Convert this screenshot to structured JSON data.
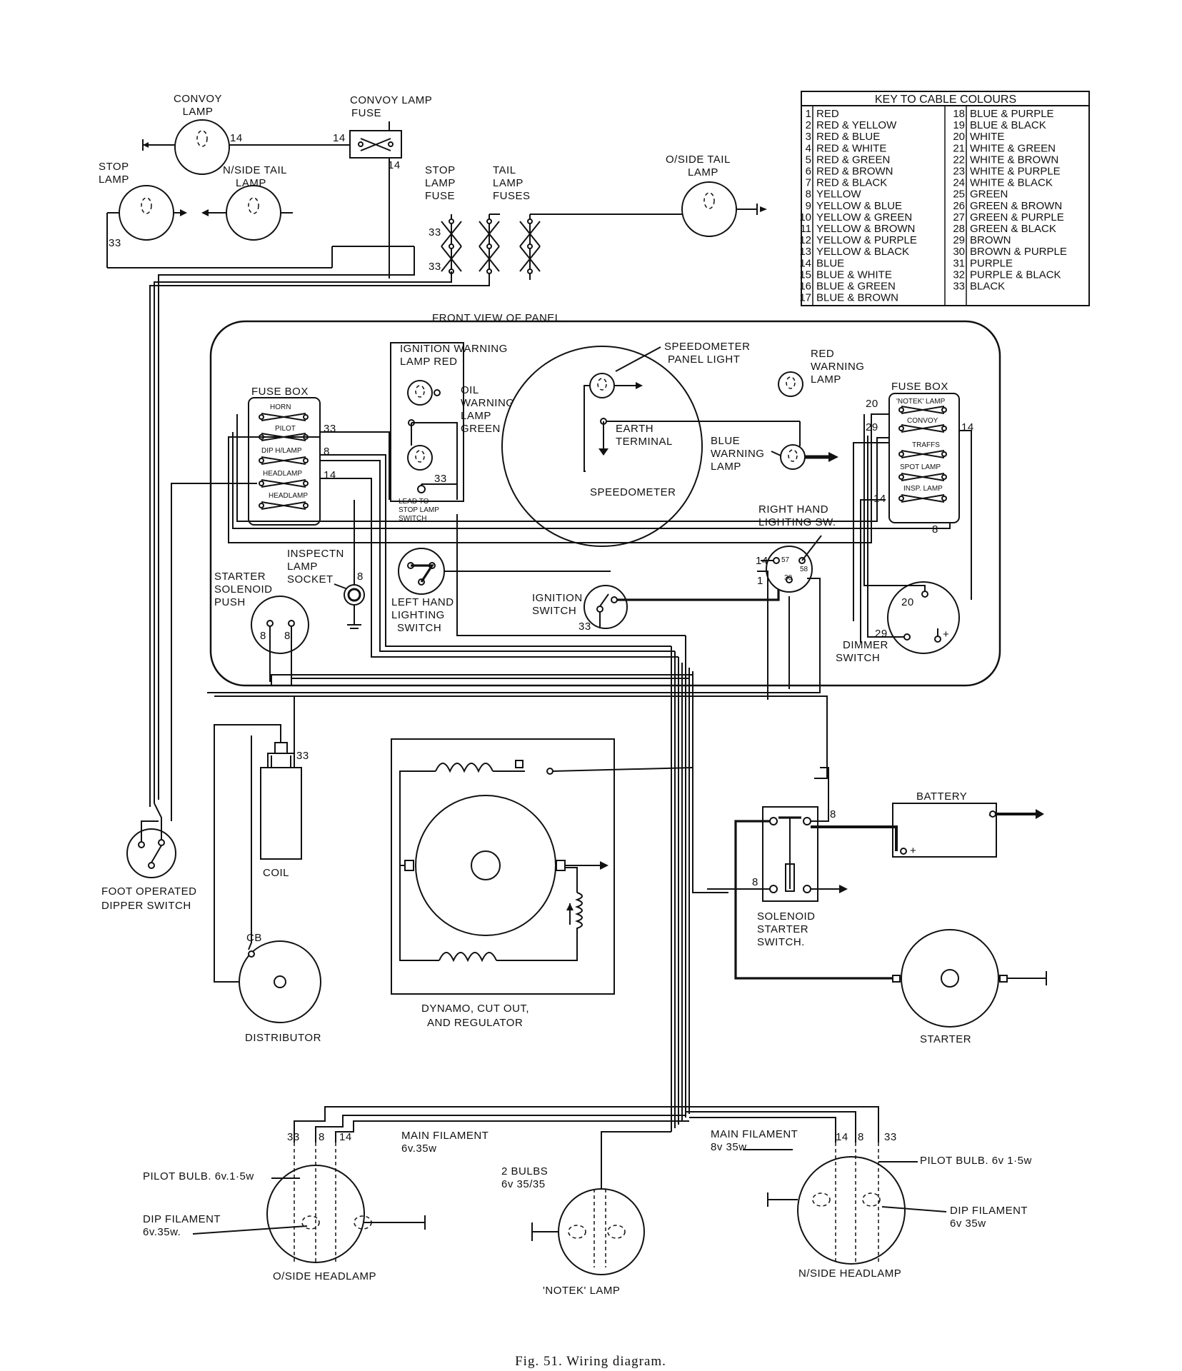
{
  "caption": "Fig. 51. Wiring diagram.",
  "panel_title": "FRONT VIEW OF PANEL",
  "key": {
    "title": "KEY TO CABLE COLOURS",
    "entries": [
      {
        "n": "1",
        "c": "RED"
      },
      {
        "n": "2",
        "c": "RED & YELLOW"
      },
      {
        "n": "3",
        "c": "RED & BLUE"
      },
      {
        "n": "4",
        "c": "RED & WHITE"
      },
      {
        "n": "5",
        "c": "RED & GREEN"
      },
      {
        "n": "6",
        "c": "RED & BROWN"
      },
      {
        "n": "7",
        "c": "RED & BLACK"
      },
      {
        "n": "8",
        "c": "YELLOW"
      },
      {
        "n": "9",
        "c": "YELLOW & BLUE"
      },
      {
        "n": "10",
        "c": "YELLOW & GREEN"
      },
      {
        "n": "11",
        "c": "YELLOW & BROWN"
      },
      {
        "n": "12",
        "c": "YELLOW & PURPLE"
      },
      {
        "n": "13",
        "c": "YELLOW & BLACK"
      },
      {
        "n": "14",
        "c": "BLUE"
      },
      {
        "n": "15",
        "c": "BLUE & WHITE"
      },
      {
        "n": "16",
        "c": "BLUE & GREEN"
      },
      {
        "n": "17",
        "c": "BLUE & BROWN"
      },
      {
        "n": "18",
        "c": "BLUE & PURPLE"
      },
      {
        "n": "19",
        "c": "BLUE & BLACK"
      },
      {
        "n": "20",
        "c": "WHITE"
      },
      {
        "n": "21",
        "c": "WHITE & GREEN"
      },
      {
        "n": "22",
        "c": "WHITE & BROWN"
      },
      {
        "n": "23",
        "c": "WHITE & PURPLE"
      },
      {
        "n": "24",
        "c": "WHITE & BLACK"
      },
      {
        "n": "25",
        "c": "GREEN"
      },
      {
        "n": "26",
        "c": "GREEN & BROWN"
      },
      {
        "n": "27",
        "c": "GREEN & PURPLE"
      },
      {
        "n": "28",
        "c": "GREEN & BLACK"
      },
      {
        "n": "29",
        "c": "BROWN"
      },
      {
        "n": "30",
        "c": "BROWN & PURPLE"
      },
      {
        "n": "31",
        "c": "PURPLE"
      },
      {
        "n": "32",
        "c": "PURPLE & BLACK"
      },
      {
        "n": "33",
        "c": "BLACK"
      }
    ]
  },
  "labels": {
    "convoy_lamp": [
      "CONVOY",
      "LAMP"
    ],
    "convoy_lamp_fuse": [
      "CONVOY LAMP",
      "FUSE"
    ],
    "stop_lamp": [
      "STOP",
      "LAMP"
    ],
    "nside_tail_lamp": [
      "N/SIDE TAIL",
      "LAMP"
    ],
    "stop_lamp_fuse": [
      "STOP",
      "LAMP",
      "FUSE"
    ],
    "tail_lamp_fuses": [
      "TAIL",
      "LAMP",
      "FUSES"
    ],
    "oside_tail_lamp": [
      "O/SIDE TAIL",
      "LAMP"
    ],
    "ignition_warning_lamp": [
      "IGNITION WARNING",
      "LAMP RED"
    ],
    "oil_warning_lamp": [
      "OIL",
      "WARNING",
      "LAMP",
      "GREEN"
    ],
    "speedometer_panel_light": [
      "SPEEDOMETER",
      "PANEL LIGHT"
    ],
    "red_warning_lamp": [
      "RED",
      "WARNING",
      "LAMP"
    ],
    "earth_terminal": [
      "EARTH",
      "TERMINAL"
    ],
    "blue_warning_lamp": [
      "BLUE",
      "WARNING",
      "LAMP"
    ],
    "speedometer": "SPEEDOMETER",
    "fuse_box": "FUSE BOX",
    "left_fuses": [
      "HORN",
      "PILOT",
      "DIP H/LAMP",
      "HEADLAMP",
      "HEADLAMP"
    ],
    "right_fuses": [
      "'NOTEK' LAMP",
      "CONVOY",
      "TRAFFS",
      "SPOT LAMP",
      "INSP. LAMP"
    ],
    "lead_to_stop_lamp_switch": [
      "LEAD TO",
      "STOP LAMP",
      "SWITCH"
    ],
    "inspection_lamp_socket": [
      "INSPECTN",
      "LAMP",
      "SOCKET"
    ],
    "starter_solenoid_push": [
      "STARTER",
      "SOLENOID",
      "PUSH"
    ],
    "left_hand_lighting_switch": [
      "LEFT HAND",
      "LIGHTING",
      "SWITCH"
    ],
    "ignition_switch": [
      "IGNITION",
      "SWITCH"
    ],
    "right_hand_lighting_sw": [
      "RIGHT HAND",
      "LIGHTING SW."
    ],
    "rh_switch_terminals": [
      "57",
      "58",
      "30"
    ],
    "dimmer_switch": [
      "DIMMER",
      "SWITCH"
    ],
    "coil": "COIL",
    "cb": "CB",
    "distributor": "DISTRIBUTOR",
    "foot_dipper": [
      "FOOT OPERATED",
      "DIPPER SWITCH"
    ],
    "dynamo": [
      "DYNAMO, CUT OUT,",
      "AND REGULATOR"
    ],
    "battery": "BATTERY",
    "solenoid_starter_switch": [
      "SOLENOID",
      "STARTER",
      "SWITCH."
    ],
    "starter": "STARTER",
    "main_filament_left": [
      "MAIN FILAMENT",
      "6v.35w"
    ],
    "pilot_bulb_left": "PILOT BULB. 6v.1·5w",
    "dip_filament_left": [
      "DIP FILAMENT",
      "6v.35w."
    ],
    "oside_headlamp": "O/SIDE HEADLAMP",
    "two_bulbs": [
      "2 BULBS",
      "6v 35/35"
    ],
    "notek_lamp": "'NOTEK' LAMP",
    "main_filament_right": [
      "MAIN FILAMENT",
      "8v 35w"
    ],
    "pilot_bulb_right": "PILOT BULB. 6v 1·5w",
    "dip_filament_right": [
      "DIP FILAMENT",
      "6v 35w"
    ],
    "nside_headlamp": "N/SIDE HEADLAMP",
    "plus": "+",
    "minus": "-"
  },
  "wire_numbers": {
    "n14": "14",
    "n33": "33",
    "n8": "8",
    "n20": "20",
    "n29": "29",
    "n1": "1"
  }
}
